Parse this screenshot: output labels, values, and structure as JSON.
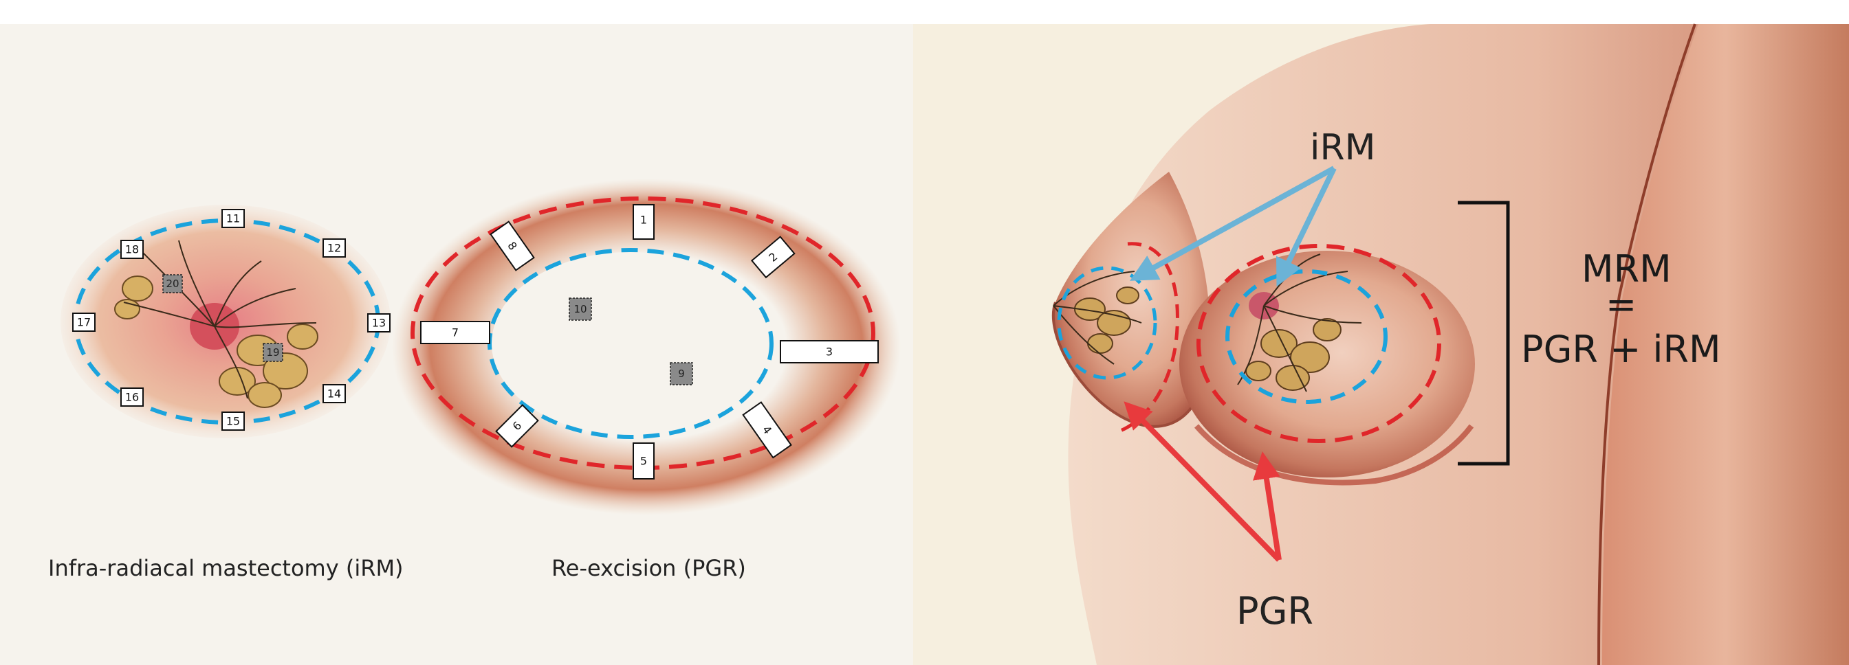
{
  "left_panel": {
    "caption_irm": "Infra-radiacal mastectomy (iRM)",
    "caption_pgr": "Re-excision (PGR)",
    "irm_specimen_labels": [
      "11",
      "12",
      "13",
      "14",
      "15",
      "16",
      "17",
      "18"
    ],
    "irm_specimen_grey_labels": [
      "19",
      "20"
    ],
    "pgr_specimen_labels": [
      "1",
      "2",
      "3",
      "4",
      "5",
      "6",
      "7",
      "8"
    ],
    "pgr_specimen_grey_labels": [
      "9",
      "10"
    ]
  },
  "right_panel": {
    "label_irm": "iRM",
    "label_pgr": "PGR",
    "equation_top": "MRM",
    "equation_eq": "=",
    "equation_bottom": "PGR + iRM"
  },
  "colors": {
    "irm_margin": "#1ba3dc",
    "pgr_margin": "#e0262a",
    "irm_arrow": "#6bb3d6",
    "pgr_arrow": "#e83a3d",
    "grey_marker": "#8a8a8a",
    "left_bg": "#f6f3ed",
    "right_bg": "#f6efdf"
  }
}
